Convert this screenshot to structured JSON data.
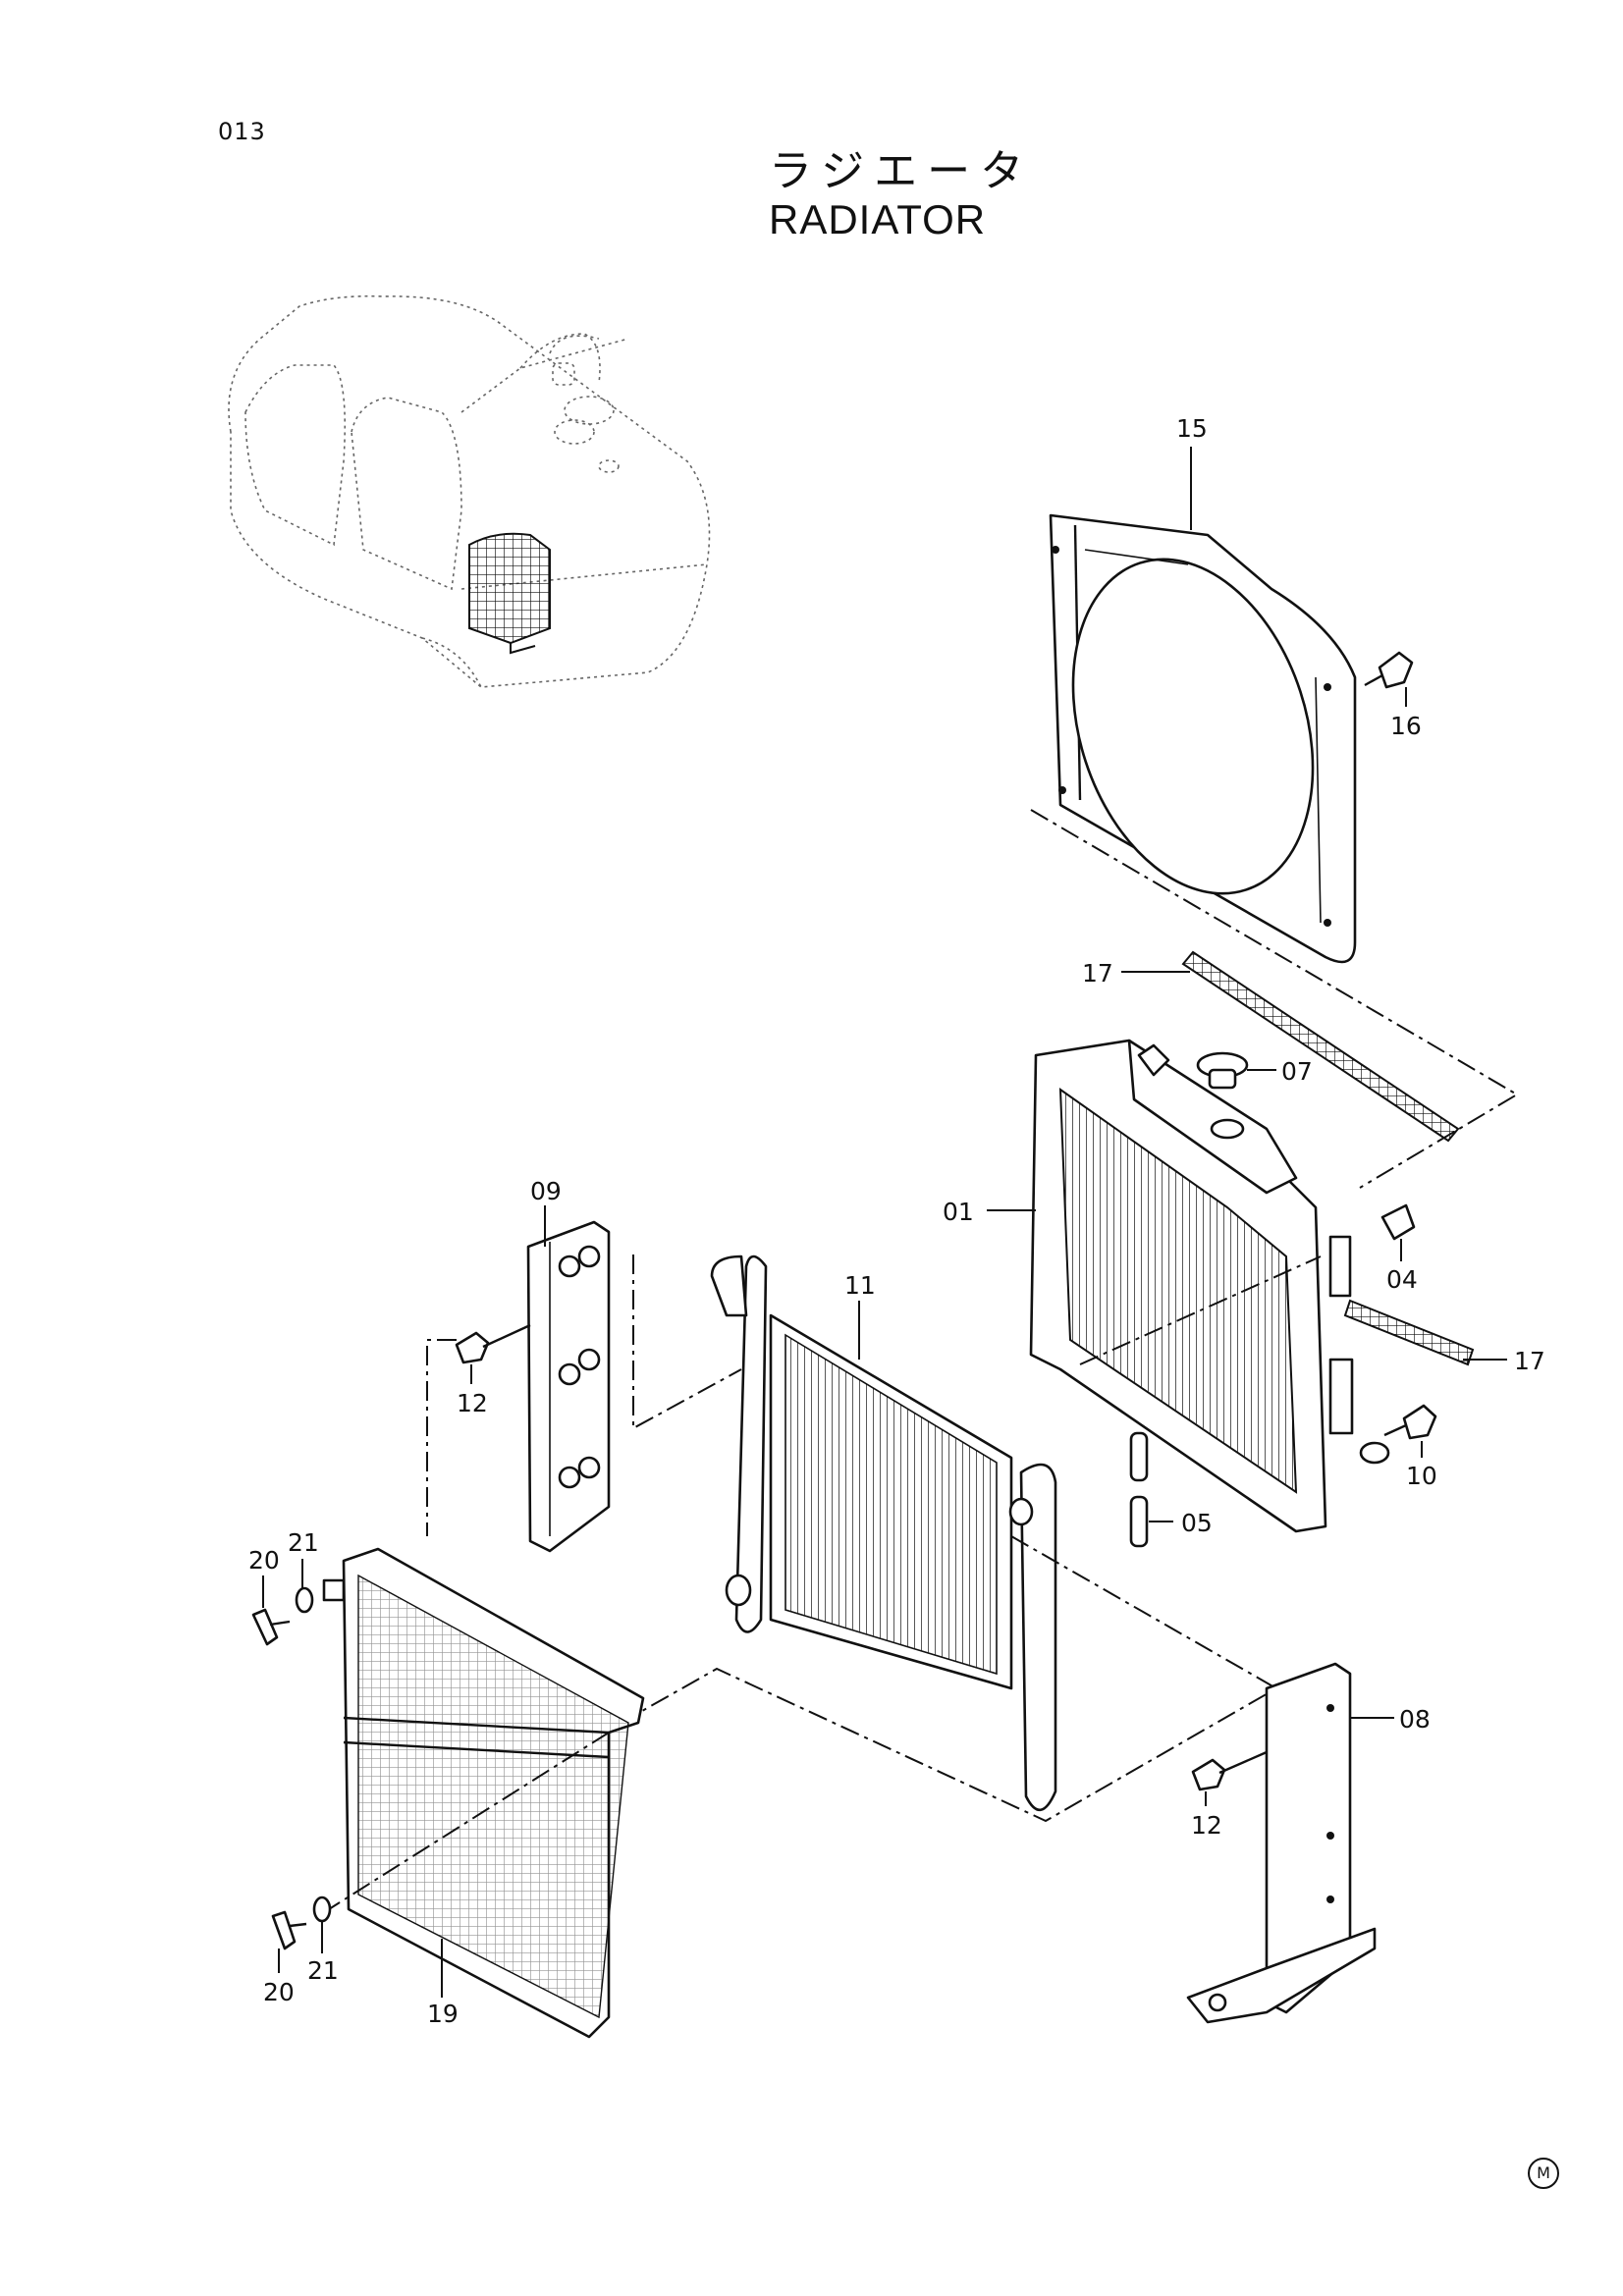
{
  "page": {
    "code": "013",
    "title_jp": "ラジエータ",
    "title_en": "RADIATOR",
    "corner_mark": "M"
  },
  "callouts": {
    "c01": "01",
    "c04": "04",
    "c05": "05",
    "c07": "07",
    "c08": "08",
    "c09": "09",
    "c10": "10",
    "c11": "11",
    "c12a": "12",
    "c12b": "12",
    "c15": "15",
    "c16": "16",
    "c17a": "17",
    "c17b": "17",
    "c19": "19",
    "c20a": "20",
    "c20b": "20",
    "c21a": "21",
    "c21b": "21"
  }
}
